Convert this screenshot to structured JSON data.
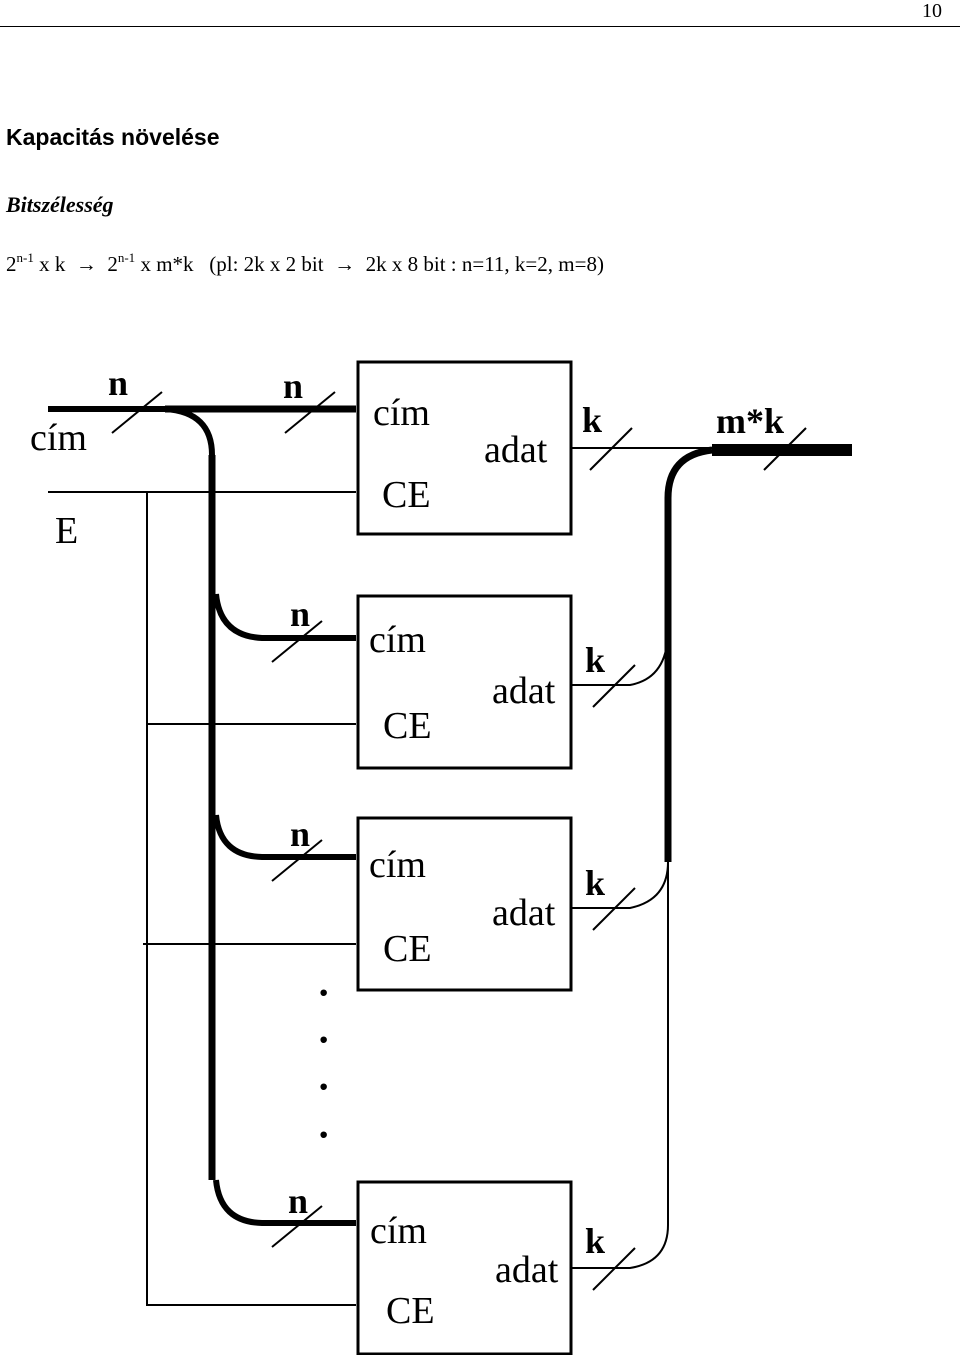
{
  "page_number": "10",
  "heading": "Kapacitás növelése",
  "subheading": "Bitszélesség",
  "formula": {
    "base1": "2",
    "exp1": "n-1",
    "part1": " x k  ",
    "arrow1": "→",
    "base2": "  2",
    "exp2": "n-1",
    "part2": " x m*k   (pl: 2k x 2 bit  ",
    "arrow2": "→",
    "part3": "  2k x 8 bit : n=11, k=2, m=8)"
  },
  "diagram": {
    "input_address_label": "cím",
    "input_enable_label": "E",
    "bus_width_n": "n",
    "output_width_k": "k",
    "output_total_label": "m*k",
    "ellipsis_dots": [
      "·",
      "·",
      "·",
      "·"
    ],
    "memory_chips": [
      {
        "address_label": "cím",
        "data_label": "adat",
        "enable_label": "CE",
        "addr_width": "n",
        "data_width": "k"
      },
      {
        "address_label": "cím",
        "data_label": "adat",
        "enable_label": "CE",
        "addr_width": "n",
        "data_width": "k"
      },
      {
        "address_label": "cím",
        "data_label": "adat",
        "enable_label": "CE",
        "addr_width": "n",
        "data_width": "k"
      },
      {
        "address_label": "cím",
        "data_label": "adat",
        "enable_label": "CE",
        "addr_width": "n",
        "data_width": "k"
      }
    ]
  }
}
